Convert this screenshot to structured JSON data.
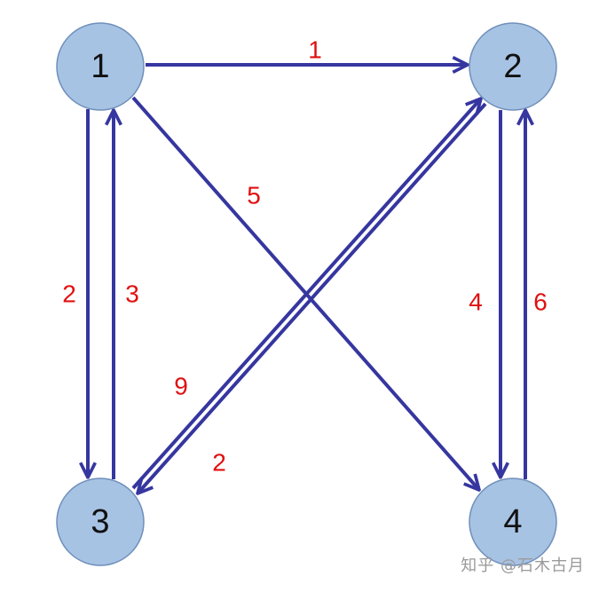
{
  "colors": {
    "node_fill": "#a7c3e4",
    "node_stroke": "#6f8fbb",
    "edge": "#3636a0",
    "weight_text": "#e01010",
    "node_text": "#111111",
    "watermark_text": "#9a9a9a"
  },
  "nodes": [
    {
      "id": "1",
      "label": "1"
    },
    {
      "id": "2",
      "label": "2"
    },
    {
      "id": "3",
      "label": "3"
    },
    {
      "id": "4",
      "label": "4"
    }
  ],
  "edges": [
    {
      "from": "1",
      "to": "2",
      "weight": "1"
    },
    {
      "from": "1",
      "to": "3",
      "weight": "2"
    },
    {
      "from": "3",
      "to": "1",
      "weight": "3"
    },
    {
      "from": "1",
      "to": "4",
      "weight": "5"
    },
    {
      "from": "2",
      "to": "4",
      "weight": "4"
    },
    {
      "from": "4",
      "to": "2",
      "weight": "6"
    },
    {
      "from": "3",
      "to": "2",
      "weight": "9"
    },
    {
      "from": "2",
      "to": "3",
      "weight": "2"
    }
  ],
  "watermark": "知乎 @石木古月"
}
